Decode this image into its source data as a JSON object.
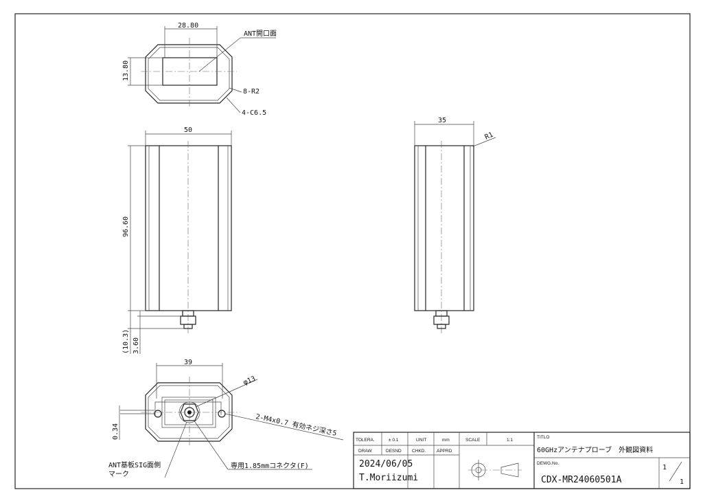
{
  "top_view": {
    "dim_width": "28.80",
    "dim_height": "13.80",
    "label_opening": "ANT開口面",
    "label_radius": "8-R2",
    "label_chamfer": "4-C6.5"
  },
  "front_view": {
    "dim_width": "50",
    "dim_height": "96.60",
    "dim_total": "(10.3)",
    "dim_connector": "3.60"
  },
  "side_view": {
    "dim_width": "35",
    "label_radius": "R1"
  },
  "bottom_view": {
    "dim_width": "39",
    "dim_diameter": "φ13",
    "dim_offset": "0.34",
    "label_threads": "2-M4x0.7 有効ネジ深さ5",
    "label_connector": "専用1.85mmコネクタ(F)",
    "label_mark_line1": "ANT基板SIG面側",
    "label_mark_line2": "マーク"
  },
  "title_block": {
    "tolera_label": "TOLERA.",
    "tolera_value": "± 0.1",
    "unit_label": "UNIT",
    "unit_value": "mm",
    "scale_label": "SCALE",
    "scale_value": "1:1",
    "draw_label": "DRAW",
    "desnd_label": "DESND",
    "chkd_label": "CHKD.",
    "apprd_label": "APPRD",
    "date": "2024/06/05",
    "drawer": "T.Moriizumi",
    "title_label": "TITLO",
    "title": "60GHzアンテナプローブ　外観図資料",
    "dwg_label": "DEWG.No.",
    "dwg_no": "CDX-MR24060501A",
    "sheet_num": "1",
    "sheet_total": "1"
  }
}
